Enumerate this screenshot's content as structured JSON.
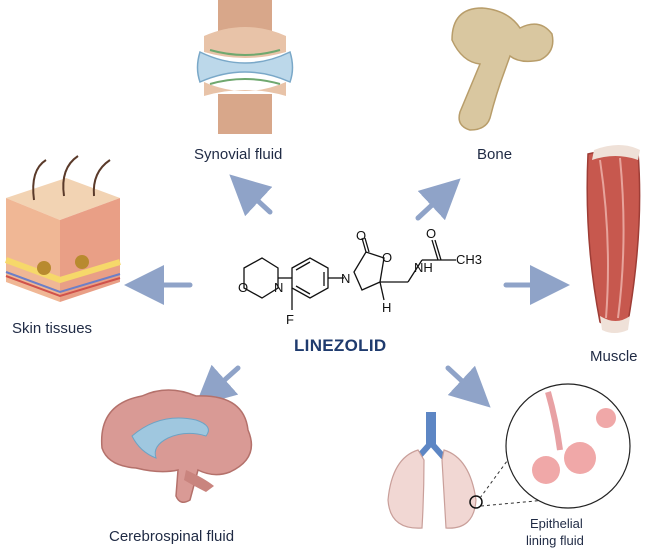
{
  "center": {
    "name": "LINEZOLID",
    "atoms": {
      "o_ring": "O",
      "n_morph": "N",
      "f": "F",
      "o_carbonyl": "O",
      "n_ox": "N",
      "o_ox": "O",
      "h": "H",
      "nh": "NH",
      "o_acetyl": "O",
      "ch3": "CH3"
    }
  },
  "targets": [
    {
      "key": "synovial",
      "label": "Synovial fluid"
    },
    {
      "key": "bone",
      "label": "Bone"
    },
    {
      "key": "skin",
      "label": "Skin tissues"
    },
    {
      "key": "muscle",
      "label": "Muscle"
    },
    {
      "key": "csf",
      "label": "Cerebrospinal fluid"
    },
    {
      "key": "elf",
      "label_line1": "Epithelial",
      "label_line2": "lining fluid"
    }
  ],
  "colors": {
    "arrow": "#8fa3c8",
    "label_text": "#1f2a44",
    "center_text": "#1f3b6e"
  }
}
